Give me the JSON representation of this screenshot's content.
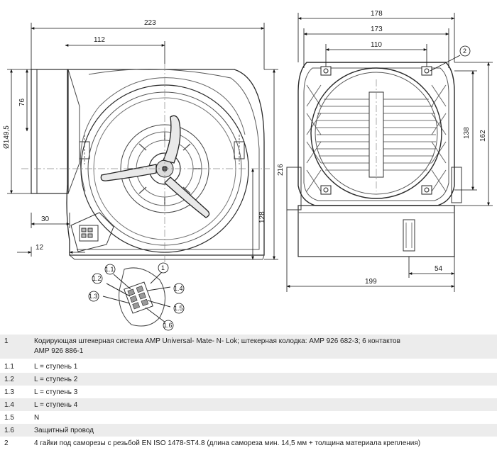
{
  "left_view": {
    "dim_overall_width": "223",
    "dim_inlet_offset": "112",
    "dim_inlet_diameter": "Ø149,5",
    "dim_inlet_height": "76",
    "dim_height": "216",
    "dim_axis_height": "128",
    "dim_left_offset": "30",
    "dim_bottom_offset": "12",
    "callout_main": "1",
    "callout_pins": [
      "1.1",
      "1.2",
      "1.3",
      "1.4",
      "1.5",
      "1.6"
    ]
  },
  "right_view": {
    "dim_overall_width": "178",
    "dim_inner_width": "173",
    "dim_hole_spacing": "110",
    "dim_hole_height": "138",
    "dim_height": "162",
    "dim_motor_offset": "54",
    "dim_depth": "199",
    "callout_screw": "2"
  },
  "legend": [
    {
      "id": "1",
      "lines": [
        "Кодирующая штекерная система AMP Universal- Mate- N- Lok; штекерная колодка: AMP 926 682-3; 6 контактов",
        "AMP 926 886-1"
      ]
    },
    {
      "id": "1.1",
      "lines": [
        "L = ступень 1"
      ]
    },
    {
      "id": "1.2",
      "lines": [
        "L = ступень 2"
      ]
    },
    {
      "id": "1.3",
      "lines": [
        "L = ступень 3"
      ]
    },
    {
      "id": "1.4",
      "lines": [
        "L = ступень 4"
      ]
    },
    {
      "id": "1.5",
      "lines": [
        "N"
      ]
    },
    {
      "id": "1.6",
      "lines": [
        "Защитный провод"
      ]
    },
    {
      "id": "2",
      "lines": [
        "4 гайки под саморезы с резьбой EN ISO 1478-ST4.8 (длина самореза мин. 14,5 мм + толщина материала крепления)"
      ]
    }
  ]
}
